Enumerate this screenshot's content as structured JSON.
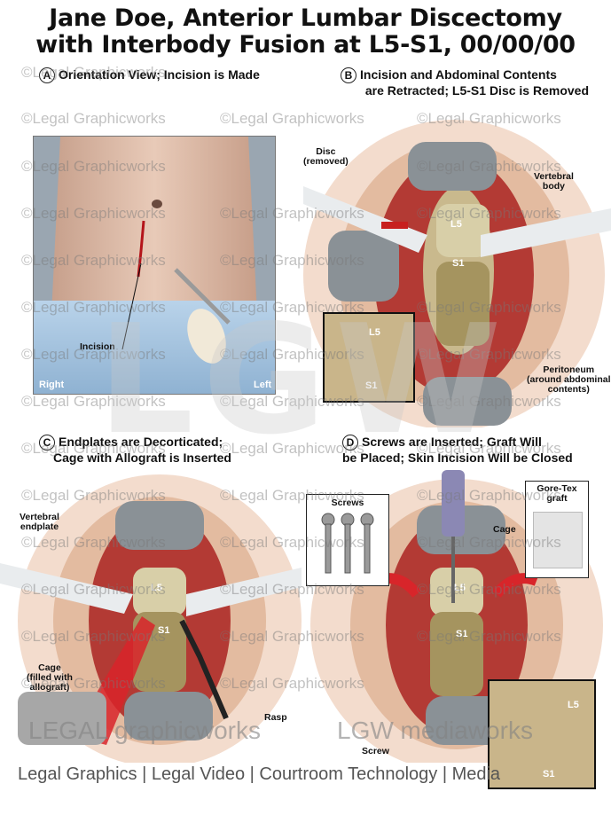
{
  "title": {
    "line1": "Jane Doe, Anterior Lumbar Discectomy",
    "line2": "with Interbody Fusion at L5-S1, 00/00/00"
  },
  "panels": {
    "a": {
      "letter": "A",
      "heading": "Orientation View; Incision is Made",
      "labels": {
        "incision": "Incision",
        "right": "Right",
        "left": "Left"
      }
    },
    "b": {
      "letter": "B",
      "heading_line1": "Incision and Abdominal Contents",
      "heading_line2": "are Retracted; L5-S1 Disc is Removed",
      "labels": {
        "disc": "Disc",
        "disc_sub": "(removed)",
        "vertebral": "Vertebral",
        "body": "body",
        "l5": "L5",
        "s1": "S1",
        "inset_l5": "L5",
        "inset_s1": "S1",
        "peritoneum": "Peritoneum",
        "peritoneum_sub1": "(around abdominal",
        "peritoneum_sub2": "contents)"
      }
    },
    "c": {
      "letter": "C",
      "heading_line1": "Endplates are Decorticated;",
      "heading_line2": "Cage with Allograft is Inserted",
      "labels": {
        "endplate1": "Vertebral",
        "endplate2": "endplate",
        "l5": "L5",
        "s1": "S1",
        "cage1": "Cage",
        "cage2": "(filled with",
        "cage3": "allograft)",
        "rasp": "Rasp"
      }
    },
    "d": {
      "letter": "D",
      "heading_line1": "Screws are Inserted; Graft Will",
      "heading_line2": "be Placed; Skin Incision Will be Closed",
      "labels": {
        "screws": "Screws",
        "goretex1": "Gore-Tex",
        "goretex2": "graft",
        "cage": "Cage",
        "l5": "L5",
        "s1": "S1",
        "screw": "Screw",
        "inset_l5": "L5",
        "inset_s1": "S1"
      }
    }
  },
  "watermark": "©Legal Graphicworks",
  "footer": {
    "brand1": "LEGAL graphicworks",
    "brand2": "LGW mediaworks",
    "line": "Legal Graphics | Legal Video | Courtroom Technology | Media"
  },
  "big_mark": "LGW"
}
